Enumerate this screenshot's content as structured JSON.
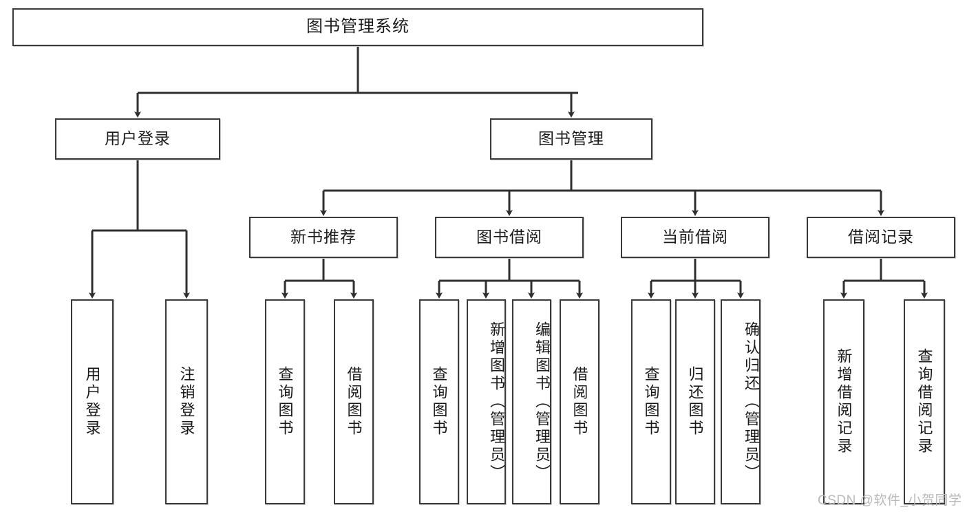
{
  "diagram": {
    "type": "tree",
    "title": "图书管理系统",
    "watermark": "CSDN @软件_小贺同学",
    "colors": {
      "box_border": "#3a3a3a",
      "box_fill": "#ffffff",
      "connector": "#2f2f2f",
      "text": "#1a1a1a",
      "watermark": "#b9b9b9"
    },
    "nodes": {
      "root": {
        "label": "图书管理系统"
      },
      "level2": [
        {
          "label": "用户登录"
        },
        {
          "label": "图书管理"
        }
      ],
      "level3": [
        {
          "label": "新书推荐"
        },
        {
          "label": "图书借阅"
        },
        {
          "label": "当前借阅"
        },
        {
          "label": "借阅记录"
        }
      ],
      "leaves": {
        "user_login": [
          {
            "label": "用户登录"
          },
          {
            "label": "注销登录"
          }
        ],
        "new_book_recommend": [
          {
            "label": "查询图书"
          },
          {
            "label": "借阅图书"
          }
        ],
        "book_borrow": [
          {
            "label": "查询图书"
          },
          {
            "label": "新增图书（管理员）"
          },
          {
            "label": "编辑图书（管理员）"
          },
          {
            "label": "借阅图书"
          }
        ],
        "current_borrow": [
          {
            "label": "查询图书"
          },
          {
            "label": "归还图书"
          },
          {
            "label": "确认归还（管理员）"
          }
        ],
        "borrow_records": [
          {
            "label": "新增借阅记录"
          },
          {
            "label": "查询借阅记录"
          }
        ]
      }
    }
  }
}
